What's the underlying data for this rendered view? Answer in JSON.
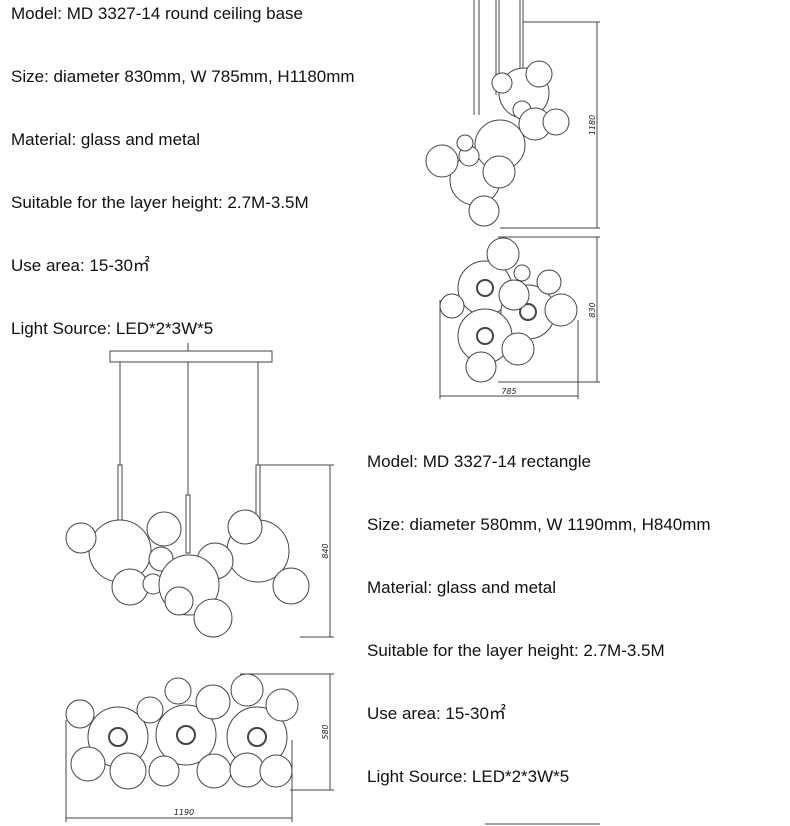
{
  "round_model": {
    "specs": [
      "Model: MD 3327-14 round ceiling base",
      "Size: diameter 830mm, W 785mm, H1180mm",
      "Material: glass and metal",
      "Suitable for the layer height: 2.7M-3.5M",
      "Use area: 15-30㎡",
      "Light Source: LED*2*3W*5"
    ],
    "dims": {
      "height": "1180",
      "depth": "830",
      "width": "785"
    }
  },
  "rect_model": {
    "specs": [
      "Model: MD 3327-14 rectangle",
      "Size: diameter 580mm, W 1190mm, H840mm",
      "Material: glass and metal",
      "Suitable for the layer height: 2.7M-3.5M",
      "Use area: 15-30㎡",
      "Light Source: LED*2*3W*5"
    ],
    "dims": {
      "height": "840",
      "depth": "580",
      "width": "1190"
    }
  }
}
